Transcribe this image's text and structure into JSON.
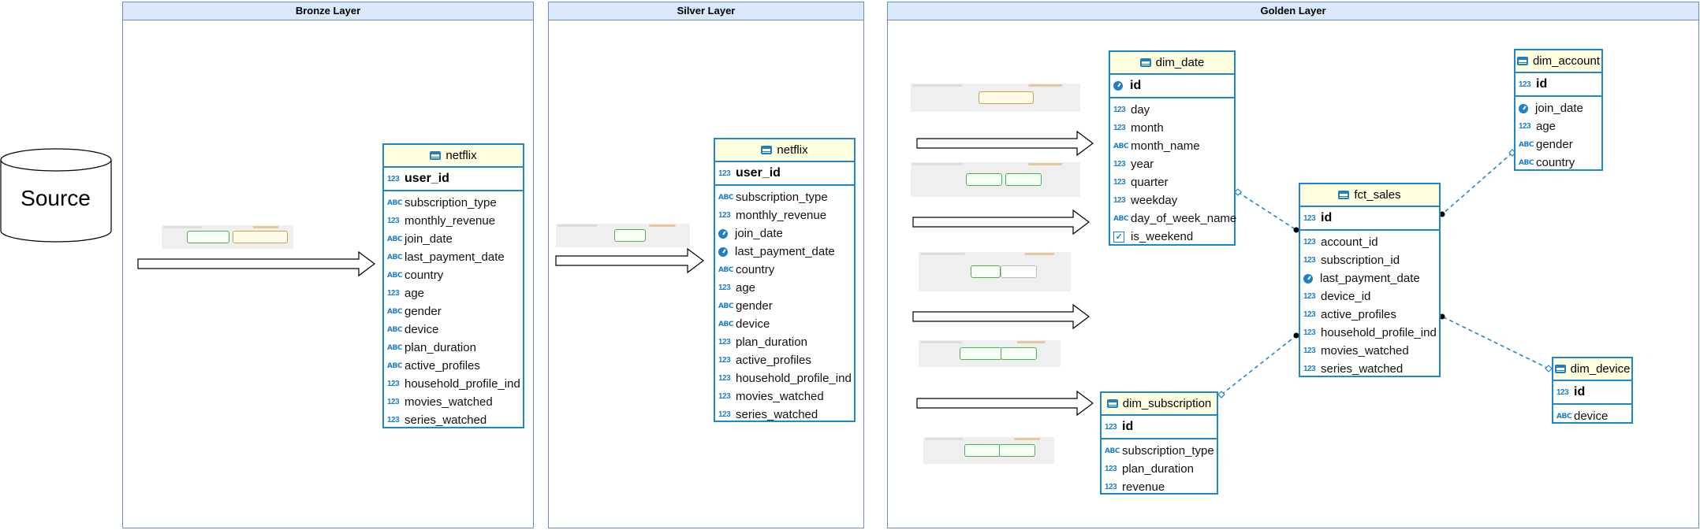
{
  "source": {
    "label": "Source"
  },
  "layers": {
    "bronze": {
      "title": "Bronze Layer"
    },
    "silver": {
      "title": "Silver Layer"
    },
    "golden": {
      "title": "Golden Layer"
    }
  },
  "tables": {
    "bronze_netflix": {
      "name": "netflix",
      "pk": "user_id",
      "pk_icon": "123",
      "rows": [
        {
          "icon": "abc",
          "label": "subscription_type"
        },
        {
          "icon": "123",
          "label": "monthly_revenue"
        },
        {
          "icon": "abc",
          "label": "join_date"
        },
        {
          "icon": "abc",
          "label": "last_payment_date"
        },
        {
          "icon": "abc",
          "label": "country"
        },
        {
          "icon": "123",
          "label": "age"
        },
        {
          "icon": "abc",
          "label": "gender"
        },
        {
          "icon": "abc",
          "label": "device"
        },
        {
          "icon": "abc",
          "label": "plan_duration"
        },
        {
          "icon": "abc",
          "label": "active_profiles"
        },
        {
          "icon": "123",
          "label": "household_profile_ind"
        },
        {
          "icon": "123",
          "label": "movies_watched"
        },
        {
          "icon": "123",
          "label": "series_watched"
        }
      ]
    },
    "silver_netflix": {
      "name": "netflix",
      "pk": "user_id",
      "pk_icon": "123",
      "rows": [
        {
          "icon": "abc",
          "label": "subscription_type"
        },
        {
          "icon": "123",
          "label": "monthly_revenue"
        },
        {
          "icon": "clock",
          "label": "join_date"
        },
        {
          "icon": "clock",
          "label": "last_payment_date"
        },
        {
          "icon": "abc",
          "label": "country"
        },
        {
          "icon": "123",
          "label": "age"
        },
        {
          "icon": "abc",
          "label": "gender"
        },
        {
          "icon": "abc",
          "label": "device"
        },
        {
          "icon": "123",
          "label": "plan_duration"
        },
        {
          "icon": "123",
          "label": "active_profiles"
        },
        {
          "icon": "123",
          "label": "household_profile_ind"
        },
        {
          "icon": "123",
          "label": "movies_watched"
        },
        {
          "icon": "123",
          "label": "series_watched"
        }
      ]
    },
    "dim_date": {
      "name": "dim_date",
      "pk": "id",
      "pk_icon": "clock",
      "rows": [
        {
          "icon": "123",
          "label": "day"
        },
        {
          "icon": "123",
          "label": "month"
        },
        {
          "icon": "abc",
          "label": "month_name"
        },
        {
          "icon": "123",
          "label": "year"
        },
        {
          "icon": "123",
          "label": "quarter"
        },
        {
          "icon": "123",
          "label": "weekday"
        },
        {
          "icon": "abc",
          "label": "day_of_week_name"
        },
        {
          "icon": "check",
          "label": "is_weekend"
        }
      ]
    },
    "dim_account": {
      "name": "dim_account",
      "pk": "id",
      "pk_icon": "123",
      "rows": [
        {
          "icon": "clock",
          "label": "join_date"
        },
        {
          "icon": "123",
          "label": "age"
        },
        {
          "icon": "abc",
          "label": "gender"
        },
        {
          "icon": "abc",
          "label": "country"
        }
      ]
    },
    "fct_sales": {
      "name": "fct_sales",
      "pk": "id",
      "pk_icon": "123",
      "rows": [
        {
          "icon": "123",
          "label": "account_id"
        },
        {
          "icon": "123",
          "label": "subscription_id"
        },
        {
          "icon": "clock",
          "label": "last_payment_date"
        },
        {
          "icon": "123",
          "label": "device_id"
        },
        {
          "icon": "123",
          "label": "active_profiles"
        },
        {
          "icon": "123",
          "label": "household_profile_ind"
        },
        {
          "icon": "123",
          "label": "movies_watched"
        },
        {
          "icon": "123",
          "label": "series_watched"
        }
      ]
    },
    "dim_subscription": {
      "name": "dim_subscription",
      "pk": "id",
      "pk_icon": "123",
      "rows": [
        {
          "icon": "abc",
          "label": "subscription_type"
        },
        {
          "icon": "123",
          "label": "plan_duration"
        },
        {
          "icon": "123",
          "label": "revenue"
        }
      ]
    },
    "dim_device": {
      "name": "dim_device",
      "pk": "id",
      "pk_icon": "123",
      "rows": [
        {
          "icon": "abc",
          "label": "device"
        }
      ]
    }
  },
  "icons": {
    "table": "table-icon",
    "abc": "text-type-icon",
    "123": "number-type-icon",
    "clock": "datetime-type-icon",
    "check": "boolean-type-icon",
    "key": "primary-key-icon"
  },
  "colors": {
    "layer_header": "#dae8fc",
    "layer_border": "#6c8ebf",
    "table_border": "#1e88c8",
    "table_header": "#ffffe0",
    "relation_line": "#1e88c8"
  }
}
